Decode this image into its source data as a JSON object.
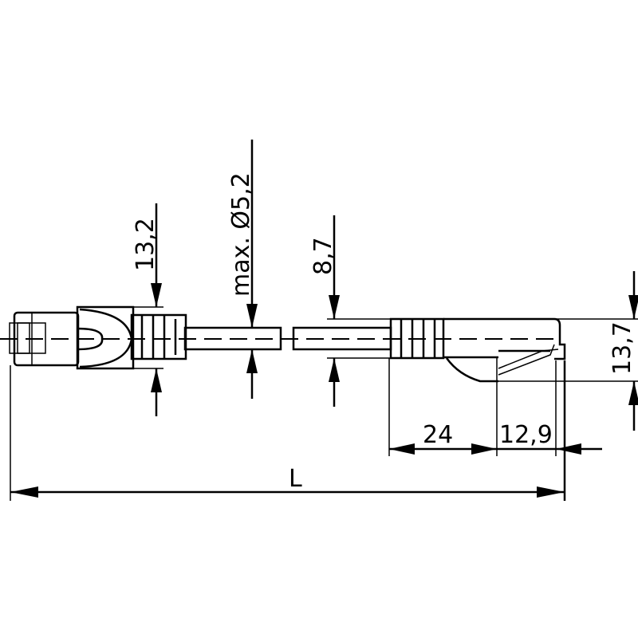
{
  "drawing": {
    "dimensions": {
      "boot_height": "13,2",
      "cable_diameter": "max. Ø5,2",
      "cable_relief_height": "8,7",
      "plug_height": "13,7",
      "relief_length": "24",
      "plug_length": "12,9",
      "total_length": "L"
    }
  }
}
